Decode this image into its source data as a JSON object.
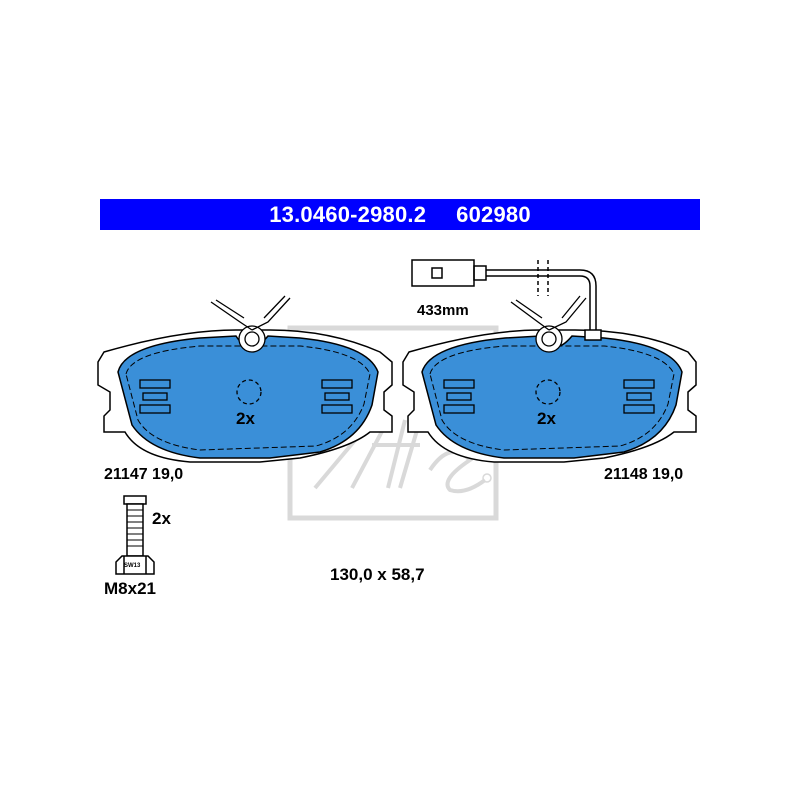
{
  "header": {
    "part_number": "13.0460-2980.2",
    "code": "602980"
  },
  "sensor": {
    "cable_length": "433mm"
  },
  "pads": [
    {
      "quantity": "2x",
      "reference": "21147 19,0"
    },
    {
      "quantity": "2x",
      "reference": "21148 19,0"
    }
  ],
  "bolt": {
    "quantity": "2x",
    "size": "M8x21",
    "wrench_size": "SW13"
  },
  "dimensions": "130,0 x 58,7",
  "colors": {
    "header_bg": "#0000ff",
    "pad_fill": "#3a8fd8",
    "watermark": "#d9d9d9"
  }
}
